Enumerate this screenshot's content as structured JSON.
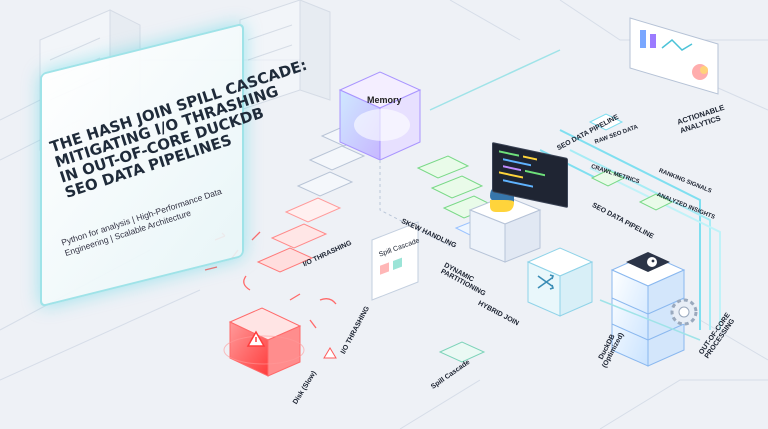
{
  "title": {
    "lines": [
      "THE HASH JOIN SPILL CASCADE:",
      "MITIGATING I/O THRASHING",
      "IN OUT-OF-CORE DUCKDB",
      "SEO DATA PIPELINES"
    ]
  },
  "subtitle": {
    "lines": [
      "Python for analysis | High-Performance Data",
      "Engineering | Scalable Architecture"
    ]
  },
  "labels": {
    "memory": "Memory",
    "io_thrashing_1": "I/O THRASHING",
    "io_thrashing_2": "I/O THRASHING",
    "spill_cascade_1": "Spill Cascade",
    "spill_cascade_2": "Spill Cascade",
    "disk_slow": "Disk (Slow)",
    "skew_handling": "SKEW HANDLING",
    "dynamic_partitioning": "DYNAMIC PARTITIONING",
    "hybrid_join": "HYBRID JOIN",
    "duckdb": "DuckDB (Optimized)",
    "out_of_core": "OUT-OF-CORE PROCESSING",
    "seo_pipeline_1": "SEO DATA PIPELINE",
    "seo_pipeline_2": "SEO DATA PIPELINE",
    "raw_seo_data": "RAW SEO DATA",
    "crawl_metrics": "CRAWL METRICS",
    "ranking_signals": "RANKING SIGNALS",
    "analyzed_insights": "ANALYZED INSIGHTS",
    "actionable_analytics": "ACTIONABLE ANALYTICS"
  },
  "colors": {
    "accent": "#28c8d8",
    "danger": "#ff4a4a",
    "memory_glow": "#a88bff",
    "good": "#6ee07a",
    "duckdb_blue": "#4aa6ff"
  },
  "icons": [
    "python-icon",
    "duckdb-icon",
    "gear-icon",
    "warning-icon",
    "shuffle-icon",
    "dashboard-icon"
  ]
}
